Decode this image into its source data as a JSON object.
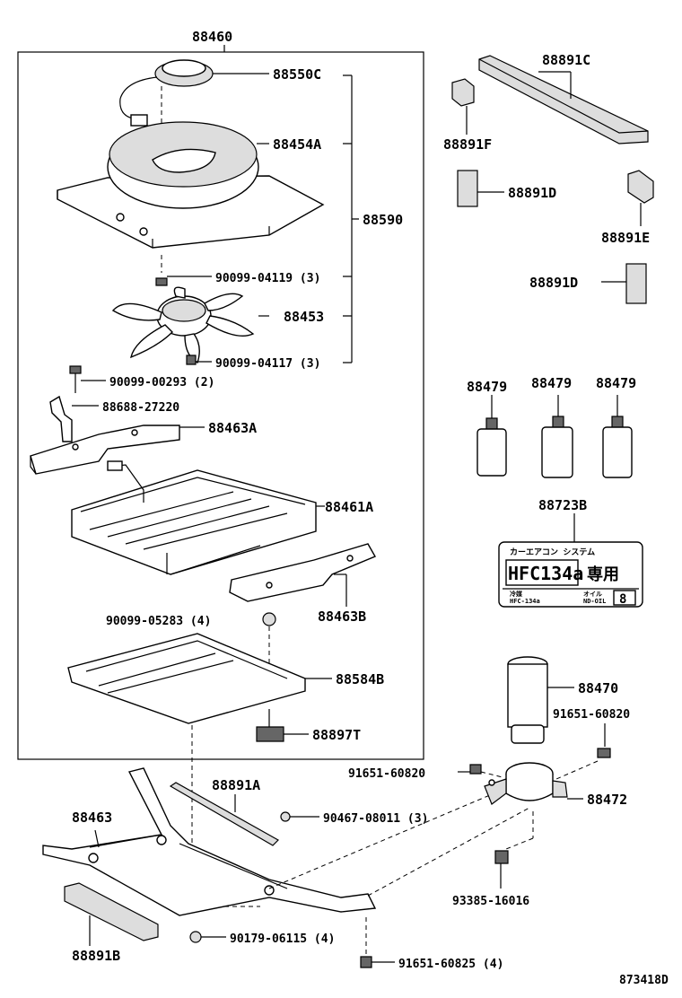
{
  "labels": {
    "p88460": "88460",
    "p88550C": "88550C",
    "p88454A": "88454A",
    "p88590": "88590",
    "p90099_04119": "90099-04119 (3)",
    "p88453": "88453",
    "p90099_04117": "90099-04117 (3)",
    "p90099_00293": "90099-00293 (2)",
    "p88688_27220": "88688-27220",
    "p88463A": "88463A",
    "p88461A": "88461A",
    "p90099_05283": "90099-05283 (4)",
    "p88463B": "88463B",
    "p88584B": "88584B",
    "p88897T": "88897T",
    "p88891A": "88891A",
    "p88463": "88463",
    "p90467_08011": "90467-08011 (3)",
    "p88891B": "88891B",
    "p90179_06115": "90179-06115 (4)",
    "p91651_60825": "91651-60825 (4)",
    "p88891C": "88891C",
    "p88891F": "88891F",
    "p88891D_1": "88891D",
    "p88891E": "88891E",
    "p88891D_2": "88891D",
    "p88479_1": "88479",
    "p88479_2": "88479",
    "p88479_3": "88479",
    "p88723B": "88723B",
    "p88470": "88470",
    "p91651_60820_r": "91651-60820",
    "p91651_60820_l": "91651-60820",
    "p88472": "88472",
    "p93385_16016": "93385-16016",
    "diagram_id": "873418D"
  },
  "sticker": {
    "line1": "カーエアコン システム",
    "refrigerant": "HFC134a",
    "exclusive": "専用",
    "small_left_top": "冷媒",
    "small_left_bottom": "HFC-134a",
    "small_right_top": "オイル",
    "small_right_bottom": "ND-OIL",
    "number": "8"
  }
}
